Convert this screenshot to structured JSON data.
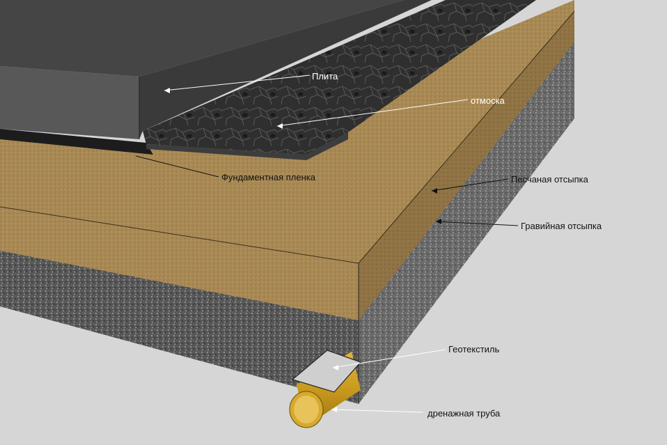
{
  "labels": {
    "slab": "Плита",
    "blind_area": "отмоска",
    "foundation_film": "Фундаментная пленка",
    "sand_fill": "Песчаная отсыпка",
    "gravel_fill": "Гравийная отсыпка",
    "geotextile": "Геотекстиль",
    "drain_pipe": "дренажная труба"
  }
}
